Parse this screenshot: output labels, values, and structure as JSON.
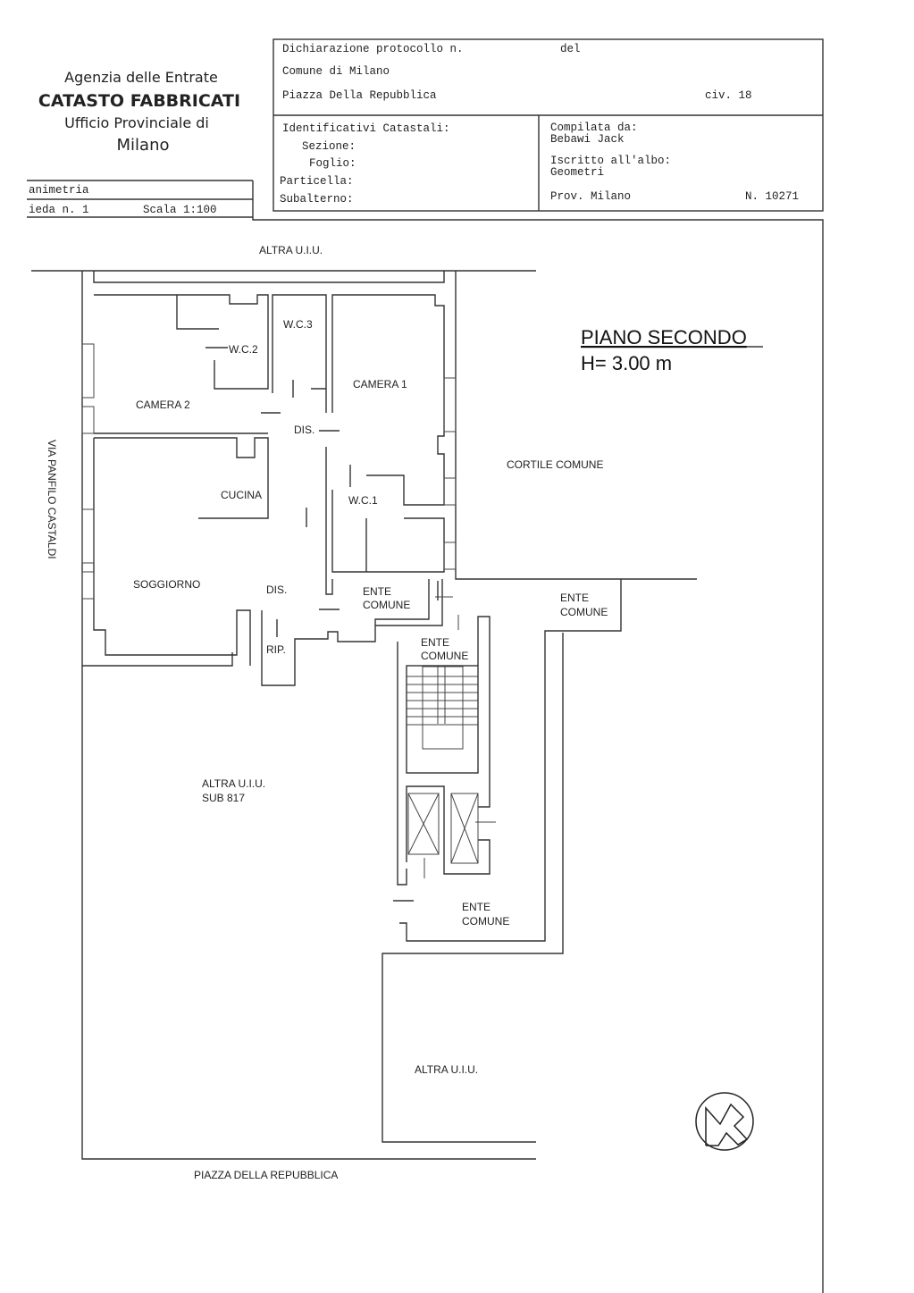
{
  "header": {
    "agency": "Agenzia delle Entrate",
    "catasto": "CATASTO FABBRICATI",
    "office": "Ufficio Provinciale di",
    "city": "Milano",
    "doc_type": "animetria",
    "sheet": "ieda n. 1",
    "scale": "Scala 1:100"
  },
  "declaration": {
    "protocol_label": "Dichiarazione protocollo n.",
    "del_label": "del",
    "comune": "Comune di Milano",
    "address": "Piazza Della Repubblica",
    "civic": "civ. 18"
  },
  "identifiers": {
    "title": "Identificativi Catastali:",
    "sezione": "Sezione:",
    "foglio": "Foglio:",
    "particella": "Particella:",
    "subalterno": "Subalterno:"
  },
  "compiler": {
    "label": "Compilata da:",
    "name": "Bebawi Jack",
    "register_label": "Iscritto all'albo:",
    "register": "Geometri",
    "province": "Prov. Milano",
    "number": "N. 10271"
  },
  "plan": {
    "floor": "PIANO SECONDO",
    "height": "H= 3.00 m",
    "street_left": "VIA PANFILO CASTALDI",
    "street_bottom": "PIAZZA DELLA REPUBBLICA",
    "rooms": {
      "altra_top": "ALTRA U.I.U.",
      "wc3": "W.C.3",
      "wc2": "W.C.2",
      "camera1": "CAMERA 1",
      "camera2": "CAMERA 2",
      "dis1": "DIS.",
      "cortile": "CORTILE COMUNE",
      "cucina": "CUCINA",
      "wc1": "W.C.1",
      "soggiorno": "SOGGIORNO",
      "dis2": "DIS.",
      "ente": "ENTE",
      "comune": "COMUNE",
      "rip": "RIP.",
      "altra_sub": "ALTRA U.I.U.",
      "sub": "SUB 817",
      "altra_bottom": "ALTRA U.I.U."
    }
  }
}
